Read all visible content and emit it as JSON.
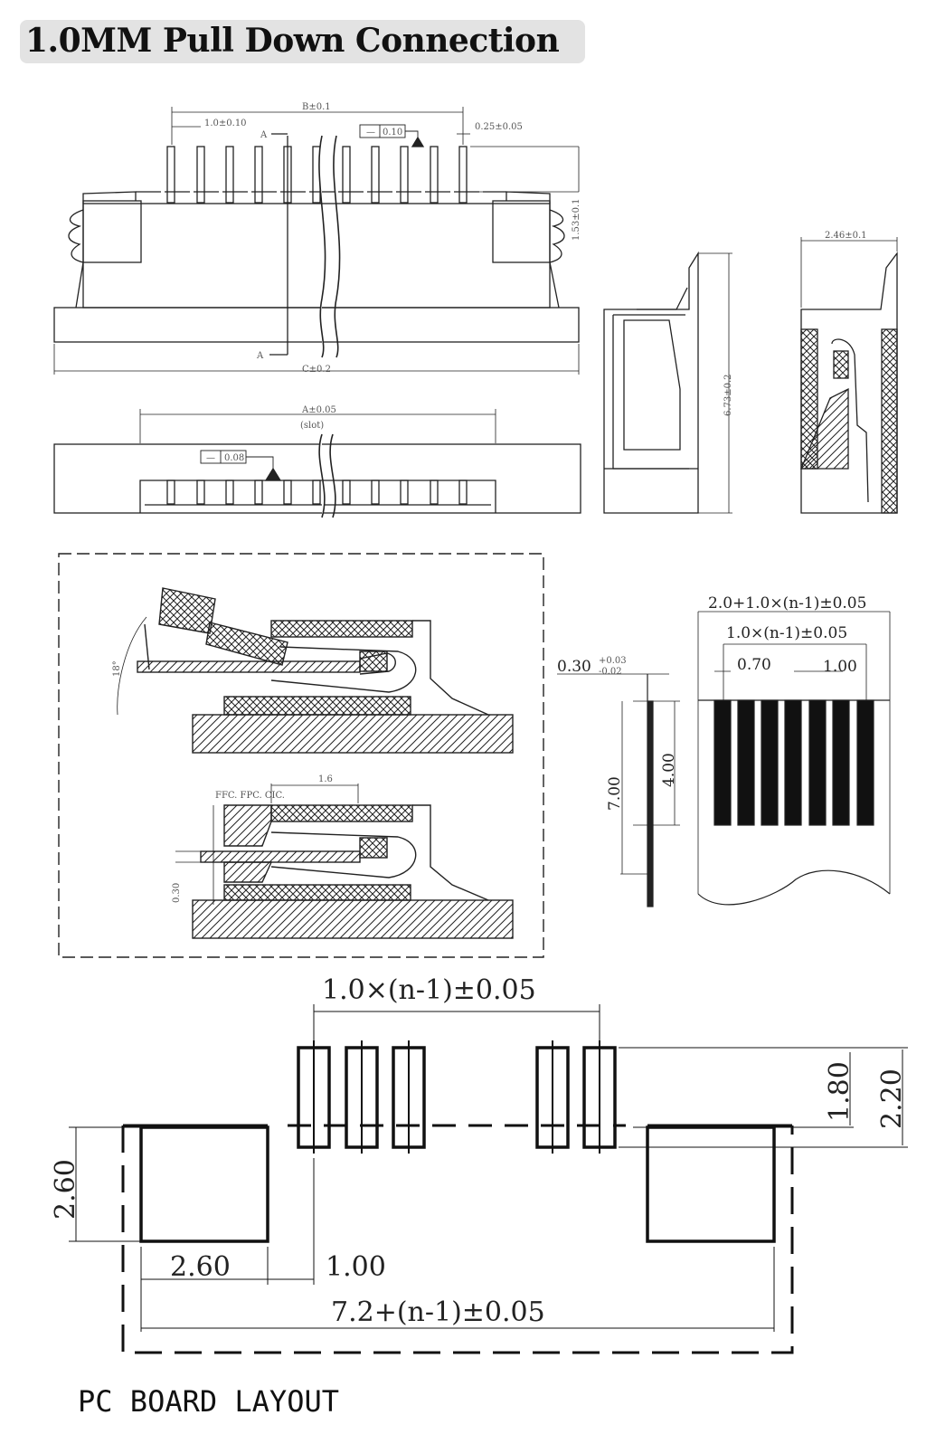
{
  "title": "1.0MM Pull Down Connection",
  "colors": {
    "ink": "#111111",
    "badge": "#e3e3e3",
    "hatch": "#222222"
  },
  "front_view": {
    "dim_b": "B±0.1",
    "dim_pitch": "1.0±0.10",
    "dim_flat": "0.10",
    "dim_flat_sym": "—",
    "dim_pin_w": "0.25±0.05",
    "dim_height": "1.53±0.1",
    "section_mark": "A",
    "dim_c": "C±0.2"
  },
  "bottom_view": {
    "dim_a": "A±0.05",
    "slot": "(slot)",
    "dim_flat": "0.08",
    "dim_flat_sym": "—"
  },
  "side_view": {
    "dim_height": "6.73±0.2"
  },
  "section_view": {
    "dim_width": "2.46±0.1"
  },
  "insertion_detail": {
    "angle": "18°",
    "fpc_label": "FFC. FPC. CIC.",
    "dim_insert": "1.6",
    "dim_thickness": "0.30"
  },
  "fpc_spec": {
    "dim_overall": "2.0+1.0×(n-1)±0.05",
    "dim_pitch_span": "1.0×(n-1)±0.05",
    "dim_conductor": "0.70",
    "dim_pitch": "1.00",
    "dim_thickness": "0.30",
    "tol_upper": "+0.03",
    "tol_lower": "-0.02",
    "dim_stiffener": "7.00",
    "dim_exposed": "4.00"
  },
  "pcb_layout": {
    "dim_pitch_span": "1.0×(n-1)±0.05",
    "dim_pad_len": "1.80",
    "dim_pad_total": "2.20",
    "dim_anchor_h": "2.60",
    "dim_anchor_w": "2.60",
    "dim_offset": "1.00",
    "dim_overall": "7.2+(n-1)±0.05",
    "label": "PC BOARD LAYOUT"
  }
}
